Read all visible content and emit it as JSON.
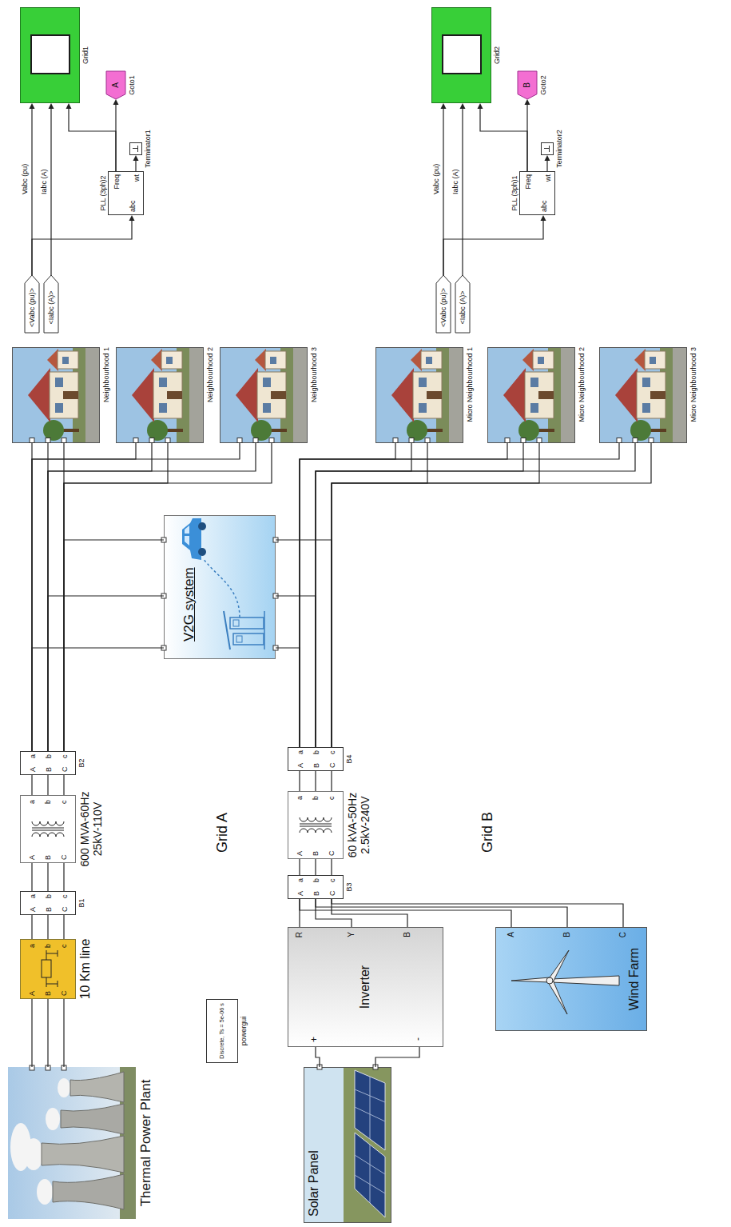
{
  "diagram": {
    "nodes": [
      {
        "text": [
          "Thermal Power Plant"
        ]
      },
      {
        "text": [
          "10 Km line",
          "A",
          "B",
          "C",
          "a",
          "b",
          "c"
        ]
      },
      {
        "text": [
          "B1",
          "A",
          "B",
          "C",
          "a",
          "b",
          "c"
        ]
      },
      {
        "text": [
          "600 MVA-60Hz 25kV-110V",
          "A",
          "B",
          "C",
          "a",
          "b",
          "c"
        ]
      },
      {
        "text": [
          "B2",
          "A",
          "B",
          "C",
          "a",
          "b",
          "c"
        ]
      },
      {
        "text": [
          "V2G system"
        ]
      },
      {
        "text": [
          "Neighbourhood 1"
        ]
      },
      {
        "text": [
          "Neighbourhood 2"
        ]
      },
      {
        "text": [
          "Neighbourhood 3"
        ]
      },
      {
        "text": [
          "<Vabc (pu)>"
        ]
      },
      {
        "text": [
          "<Iabc (A)>"
        ]
      },
      {
        "text": [
          "PLL (3ph)2",
          "abc",
          "Freq",
          "wt"
        ]
      },
      {
        "text": [
          "Terminator1"
        ]
      },
      {
        "text": [
          "Grid1"
        ]
      },
      {
        "text": [
          "Goto1",
          "A"
        ]
      },
      {
        "text": [
          "Discrete, Ts = 5e-06 s",
          "powergui"
        ]
      },
      {
        "text": [
          "Solar Panel"
        ]
      },
      {
        "text": [
          "Inverter",
          "+",
          "-",
          "R",
          "Y",
          "B"
        ]
      },
      {
        "text": [
          "Wind Farm",
          "A",
          "B",
          "C"
        ]
      },
      {
        "text": [
          "B3",
          "A",
          "B",
          "C",
          "a",
          "b",
          "c"
        ]
      },
      {
        "text": [
          "60 kVA-50Hz 2.5kV-240V",
          "A",
          "B",
          "C",
          "a",
          "b",
          "c"
        ]
      },
      {
        "text": [
          "B4",
          "A",
          "B",
          "C",
          "a",
          "b",
          "c"
        ]
      },
      {
        "text": [
          "Micro Neighbourhood 1"
        ]
      },
      {
        "text": [
          "Micro Neighbourhood 2"
        ]
      },
      {
        "text": [
          "Micro Neighbourhood 3"
        ]
      },
      {
        "text": [
          "<Vabc (pu)>"
        ]
      },
      {
        "text": [
          "<Iabc (A)>"
        ]
      },
      {
        "text": [
          "PLL (3ph)1",
          "abc",
          "Freq",
          "wt"
        ]
      },
      {
        "text": [
          "Terminator2"
        ]
      },
      {
        "text": [
          "Grid2"
        ]
      },
      {
        "text": [
          "Goto2",
          "B"
        ]
      }
    ],
    "edges": [
      {
        "from": 0,
        "to": 1,
        "arrow": "none"
      },
      {
        "from": 1,
        "to": 2,
        "arrow": "none"
      },
      {
        "from": 2,
        "to": 3,
        "arrow": "none"
      },
      {
        "from": 3,
        "to": 4,
        "arrow": "none"
      },
      {
        "from": 4,
        "to": 6,
        "arrow": "none"
      },
      {
        "from": 4,
        "to": 7,
        "arrow": "none"
      },
      {
        "from": 4,
        "to": 8,
        "arrow": "none"
      },
      {
        "from": 4,
        "to": 5,
        "arrow": "none"
      },
      {
        "from": 9,
        "to": 13,
        "label": "Vabc (pu)",
        "arrow": "to"
      },
      {
        "from": 9,
        "to": 11,
        "arrow": "to"
      },
      {
        "from": 10,
        "to": 13,
        "label": "Iabc (A)",
        "arrow": "to"
      },
      {
        "from": 11,
        "to": 13,
        "arrow": "to"
      },
      {
        "from": 11,
        "to": 14,
        "arrow": "to"
      },
      {
        "from": 11,
        "to": 12,
        "arrow": "to"
      },
      {
        "from": 16,
        "to": 17,
        "arrow": "none"
      },
      {
        "from": 17,
        "to": 19,
        "arrow": "none"
      },
      {
        "from": 18,
        "to": 19,
        "arrow": "none"
      },
      {
        "from": 19,
        "to": 20,
        "arrow": "none"
      },
      {
        "from": 20,
        "to": 21,
        "arrow": "none"
      },
      {
        "from": 21,
        "to": 22,
        "arrow": "none"
      },
      {
        "from": 21,
        "to": 23,
        "arrow": "none"
      },
      {
        "from": 21,
        "to": 24,
        "arrow": "none"
      },
      {
        "from": 21,
        "to": 5,
        "arrow": "none"
      },
      {
        "from": 25,
        "to": 29,
        "label": "Vabc (pu)",
        "arrow": "to"
      },
      {
        "from": 25,
        "to": 27,
        "arrow": "to"
      },
      {
        "from": 26,
        "to": 29,
        "label": "Iabc (A)",
        "arrow": "to"
      },
      {
        "from": 27,
        "to": 29,
        "arrow": "to"
      },
      {
        "from": 27,
        "to": 30,
        "arrow": "to"
      },
      {
        "from": 27,
        "to": 28,
        "arrow": "to"
      }
    ],
    "labels": [
      "Grid A",
      "Grid B"
    ]
  }
}
